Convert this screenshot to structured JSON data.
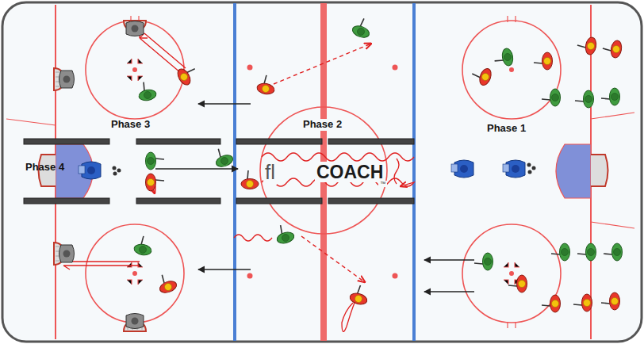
{
  "diagram": {
    "labels": [
      "Phase 3",
      "Phase 2",
      "Phase 1",
      "Phase 4",
      "fl",
      "COACH",
      "™"
    ]
  }
}
